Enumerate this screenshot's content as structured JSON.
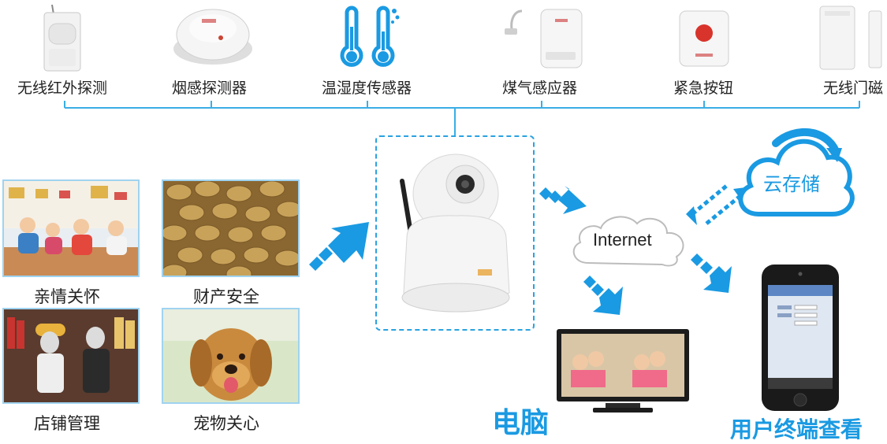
{
  "sensors": [
    {
      "label": "无线红外探测",
      "icon": "pir-motion-sensor-icon"
    },
    {
      "label": "烟感探测器",
      "icon": "smoke-detector-icon"
    },
    {
      "label": "温湿度传感器",
      "icon": "thermometer-icon"
    },
    {
      "label": "煤气感应器",
      "icon": "gas-sensor-icon"
    },
    {
      "label": "紧急按钮",
      "icon": "emergency-button-icon"
    },
    {
      "label": "无线门磁",
      "icon": "door-magnet-sensor-icon"
    }
  ],
  "uses": [
    {
      "label": "亲情关怀",
      "image": "family-children-photo"
    },
    {
      "label": "财产安全",
      "image": "coins-photo"
    },
    {
      "label": "店铺管理",
      "image": "shop-mannequins-photo"
    },
    {
      "label": "宠物关心",
      "image": "golden-retriever-photo"
    }
  ],
  "network": {
    "internet_label": "Internet",
    "cloud_storage_label": "云存储",
    "pc_label": "电脑",
    "mobile_label": "用户终端查看"
  },
  "colors": {
    "accent": "#1a9ae2",
    "connector": "#3aaee6",
    "photo_border": "#9fd3f0"
  }
}
